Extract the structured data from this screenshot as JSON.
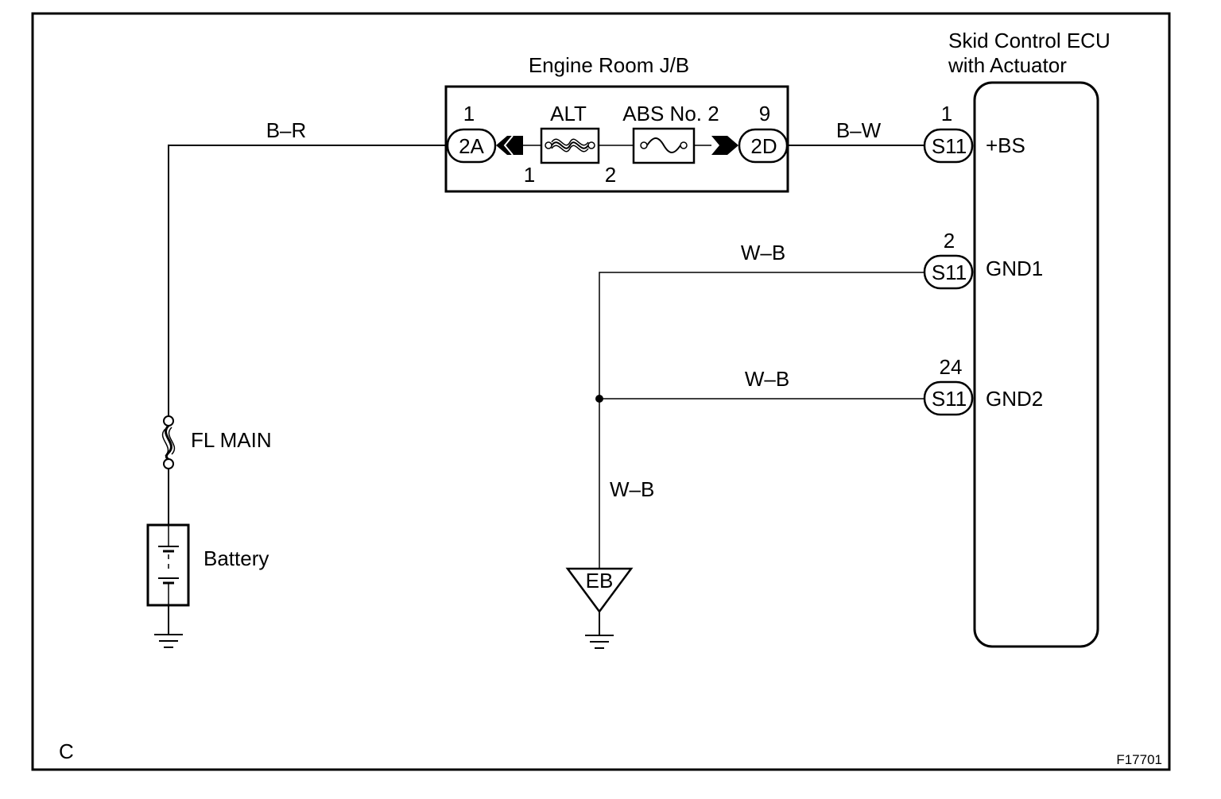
{
  "diagram": {
    "figure_id": "F17701",
    "corner_letter": "C",
    "junction_block": {
      "title": "Engine Room J/B",
      "left_connector": {
        "code": "2A",
        "pin": "1"
      },
      "right_connector": {
        "code": "2D",
        "pin": "9"
      },
      "fuse_alt": {
        "label": "ALT",
        "pin_left": "1",
        "pin_right": "2"
      },
      "fuse_abs": {
        "label": "ABS No. 2"
      }
    },
    "ecu": {
      "title_line1": "Skid Control ECU",
      "title_line2": "with Actuator",
      "terminals": [
        {
          "connector": "S11",
          "pin": "1",
          "name": "+BS"
        },
        {
          "connector": "S11",
          "pin": "2",
          "name": "GND1"
        },
        {
          "connector": "S11",
          "pin": "24",
          "name": "GND2"
        }
      ]
    },
    "wires": {
      "battery_to_jb": "B–R",
      "jb_to_ecu": "B–W",
      "gnd1": "W–B",
      "gnd2": "W–B",
      "to_ground": "W–B"
    },
    "fusible_link": "FL MAIN",
    "battery": "Battery",
    "ground_point": "EB"
  }
}
